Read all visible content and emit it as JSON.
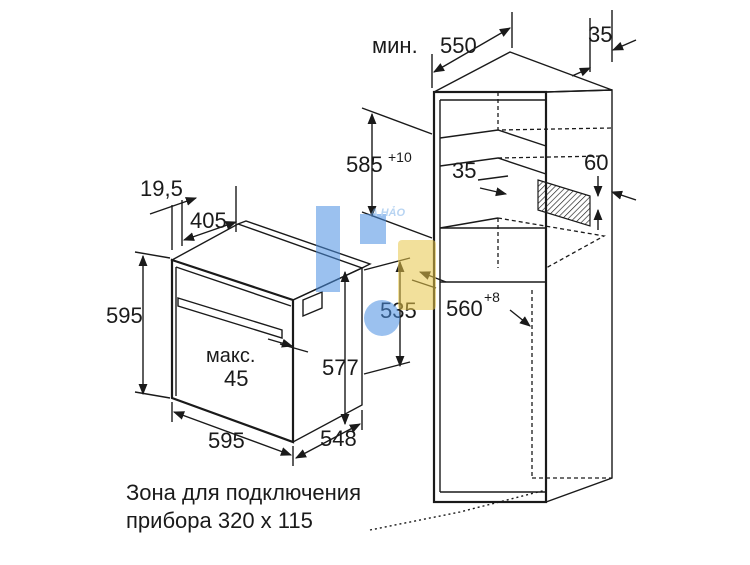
{
  "oven": {
    "depth_top_19_5": "19,5",
    "depth_405": "405",
    "height_595": "595",
    "width_595": "595",
    "depth_548": "548",
    "height_577": "577",
    "max_label": "макс.",
    "max_value": "45"
  },
  "cabinet": {
    "min_label": "мин.",
    "depth_550": "550",
    "offset_35_top": "35",
    "height_585": "585",
    "height_585_tol": "+10",
    "gap_35": "35",
    "vent_60": "60",
    "niche_535": "535",
    "niche_560": "560",
    "niche_560_tol": "+8"
  },
  "note": {
    "line1": "Зона для подключения",
    "line2": "прибора 320 x 115"
  },
  "watermark": {
    "text": "A HẢO",
    "color": "#4a90e2"
  }
}
